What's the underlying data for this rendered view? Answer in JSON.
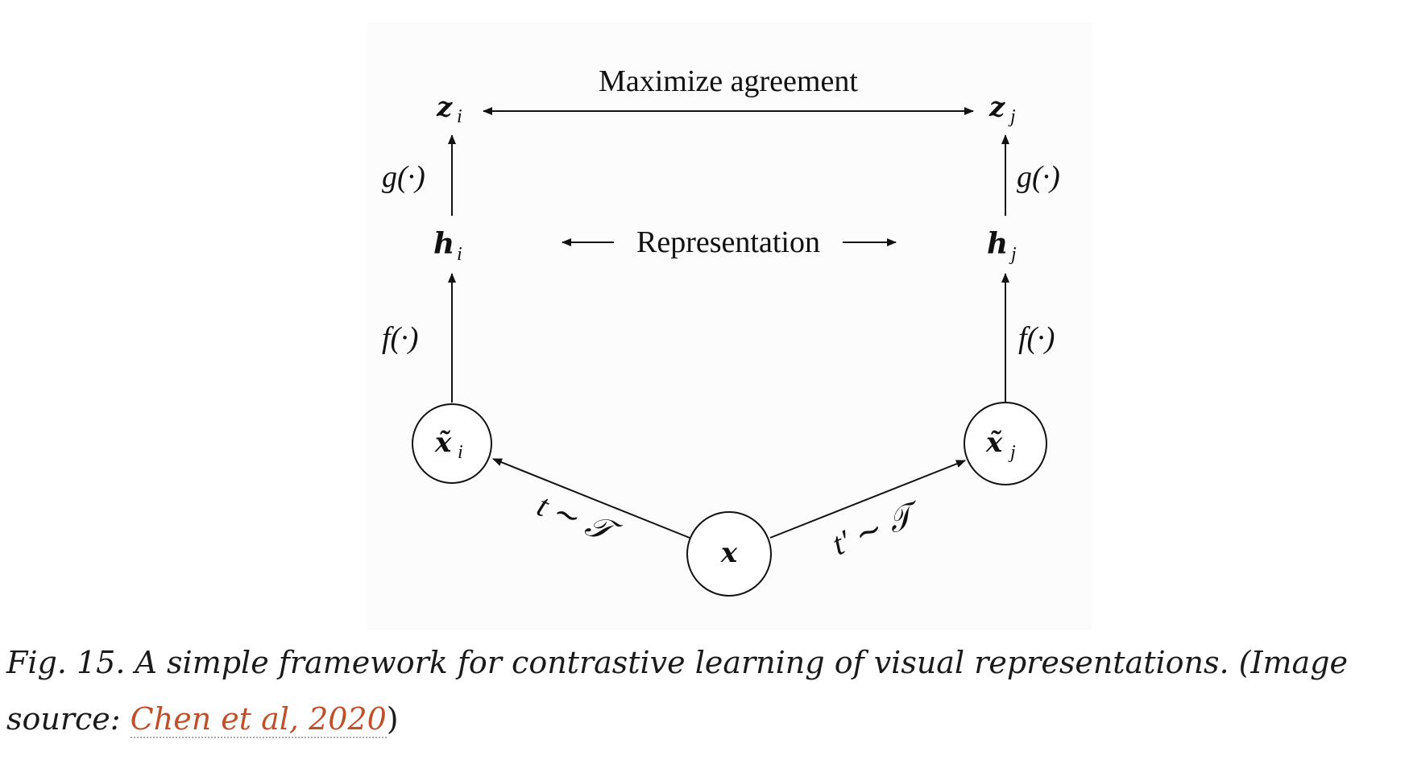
{
  "diagram": {
    "top_label": "Maximize agreement",
    "middle_label": "Representation",
    "nodes": {
      "z_i": {
        "base": "z",
        "sub": "i"
      },
      "z_j": {
        "base": "z",
        "sub": "j"
      },
      "h_i": {
        "base": "h",
        "sub": "i"
      },
      "h_j": {
        "base": "h",
        "sub": "j"
      },
      "x_tilde_i": {
        "base": "x̃",
        "sub": "i"
      },
      "x_tilde_j": {
        "base": "x̃",
        "sub": "j"
      },
      "x": {
        "base": "x"
      }
    },
    "edge_labels": {
      "g_left": "g(·)",
      "g_right": "g(·)",
      "f_left": "f(·)",
      "f_right": "f(·)",
      "t_left": "t ∼ 𝒯",
      "t_right": "t′ ∼ 𝒯"
    }
  },
  "caption": {
    "text": "Fig. 15. A simple framework for contrastive learning of visual representations. (Image source: ",
    "link_text": "Chen et al, 2020",
    "closing": ")",
    "link_color": "#c0502a"
  }
}
